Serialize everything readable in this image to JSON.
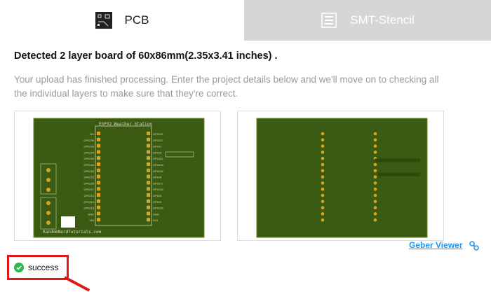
{
  "tabs": [
    {
      "label": "PCB",
      "icon": "pcb-icon",
      "active": true
    },
    {
      "label": "SMT-Stencil",
      "icon": "stencil-icon",
      "active": false
    }
  ],
  "heading": "Detected 2 layer board of 60x86mm(2.35x3.41 inches) .",
  "description": "Your upload has finished processing. Enter the project details below and we'll move on to checking all the individual layers to make sure that they're correct.",
  "board": {
    "title": "ESP32 Weather Station",
    "credit": "RandomNerdTutorials.com",
    "left_pins": [
      "EN",
      "GPIO36",
      "GPIO39",
      "GPIO34",
      "GPIO35",
      "GPIO32",
      "GPIO33",
      "GPIO25",
      "GPIO26",
      "GPIO27",
      "GPIO14",
      "GPIO12",
      "GPIO13",
      "GND",
      "VIN"
    ],
    "right_pins": [
      "GPIO23",
      "GPIO22",
      "GPIO1",
      "GPIO3",
      "GPIO21",
      "GPIO19",
      "GPIO18",
      "GPIO5",
      "GPIO17",
      "GPIO16",
      "GPIO4",
      "GPIO2",
      "GPIO15",
      "GND",
      "3V3"
    ],
    "color": "#3b5a12"
  },
  "gerber_viewer": "Geber Viewer",
  "status": {
    "label": "success",
    "color": "#2db84d"
  },
  "accent": "#2196f3"
}
